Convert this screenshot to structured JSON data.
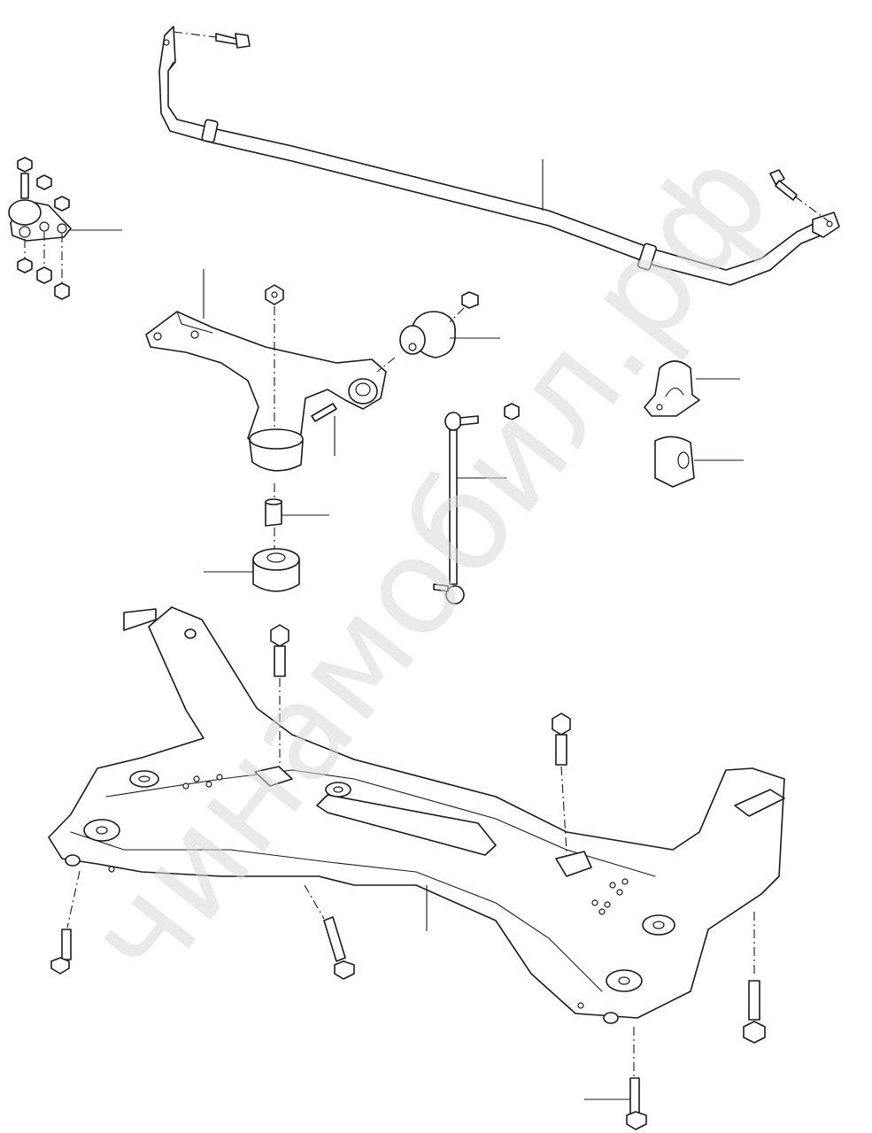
{
  "watermark": {
    "text": "чинамобил.рф",
    "color": "#d9d9d9"
  },
  "diagram": {
    "parts": [
      {
        "name": "stabilizer-bar"
      },
      {
        "name": "ball-joint"
      },
      {
        "name": "lower-control-arm"
      },
      {
        "name": "control-arm-rear-bushing"
      },
      {
        "name": "stabilizer-link"
      },
      {
        "name": "stabilizer-clamp"
      },
      {
        "name": "stabilizer-bushing"
      },
      {
        "name": "bushing-sleeve"
      },
      {
        "name": "control-arm-front-bushing"
      },
      {
        "name": "front-subframe"
      }
    ],
    "line_color": "#1a1a1a"
  }
}
